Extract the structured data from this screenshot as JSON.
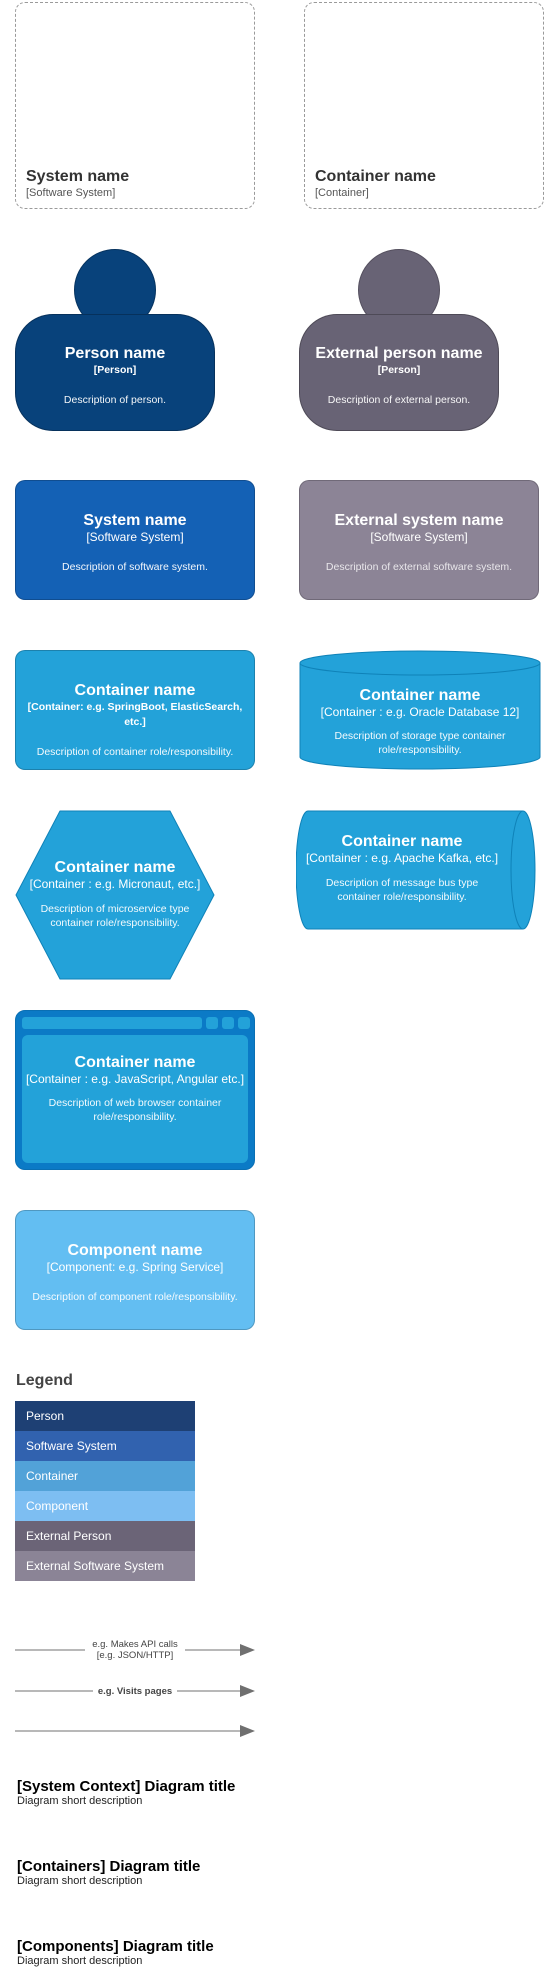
{
  "boundaries": {
    "system": {
      "name": "System name",
      "type": "[Software System]"
    },
    "container": {
      "name": "Container name",
      "type": "[Container]"
    }
  },
  "person": {
    "name": "Person name",
    "type": "[Person]",
    "description": "Description of person.",
    "color": "#08427b"
  },
  "external_person": {
    "name": "External person name",
    "type": "[Person]",
    "description": "Description of external person.",
    "color": "#686375"
  },
  "system": {
    "name": "System name",
    "type": "[Software System]",
    "description": "Description of software system.",
    "color": "#1461b5"
  },
  "external_system": {
    "name": "External system name",
    "type": "[Software System]",
    "description": "Description of external software system.",
    "color": "#8c8496"
  },
  "container": {
    "name": "Container name",
    "type": "[Container: e.g. SpringBoot, ElasticSearch, etc.]",
    "description": "Description of container role/responsibility.",
    "color": "#23a2d9"
  },
  "database": {
    "name": "Container name",
    "type": "[Container : e.g. Oracle Database 12]",
    "description_line1": "Description of storage type container",
    "description_line2": "role/responsibility."
  },
  "microservice": {
    "name": "Container name",
    "type": "[Container : e.g. Micronaut, etc.]",
    "description_line1": "Description of microservice type",
    "description_line2": "container role/responsibility."
  },
  "message_bus": {
    "name": "Container name",
    "type": "[Container : e.g. Apache Kafka, etc.]",
    "description_line1": "Description of message bus type",
    "description_line2": "container role/responsibility."
  },
  "web_browser": {
    "name": "Container name",
    "type": "[Container : e.g. JavaScript, Angular etc.]",
    "description_line1": "Description of web browser container",
    "description_line2": "role/responsibility."
  },
  "component": {
    "name": "Component name",
    "type": "[Component: e.g. Spring Service]",
    "description": "Description of component role/responsibility.",
    "color": "#63bef2"
  },
  "legend": {
    "title": "Legend",
    "items": [
      {
        "label": "Person",
        "color": "#1e4074"
      },
      {
        "label": "Software System",
        "color": "#3162af"
      },
      {
        "label": "Container",
        "color": "#52a2d8"
      },
      {
        "label": "Component",
        "color": "#7dbef2"
      },
      {
        "label": "External Person",
        "color": "#6b6477"
      },
      {
        "label": "External Software System",
        "color": "#8b8496"
      }
    ]
  },
  "relationships": [
    {
      "label": "e.g. Makes API calls",
      "technology": "[e.g. JSON/HTTP]"
    },
    {
      "label": "e.g. Visits pages",
      "technology": ""
    },
    {
      "label": "",
      "technology": ""
    }
  ],
  "titles": [
    {
      "title": "[System Context] Diagram title",
      "description": "Diagram short description"
    },
    {
      "title": "[Containers] Diagram title",
      "description": "Diagram short description"
    },
    {
      "title": "[Components] Diagram title",
      "description": "Diagram short description"
    }
  ]
}
